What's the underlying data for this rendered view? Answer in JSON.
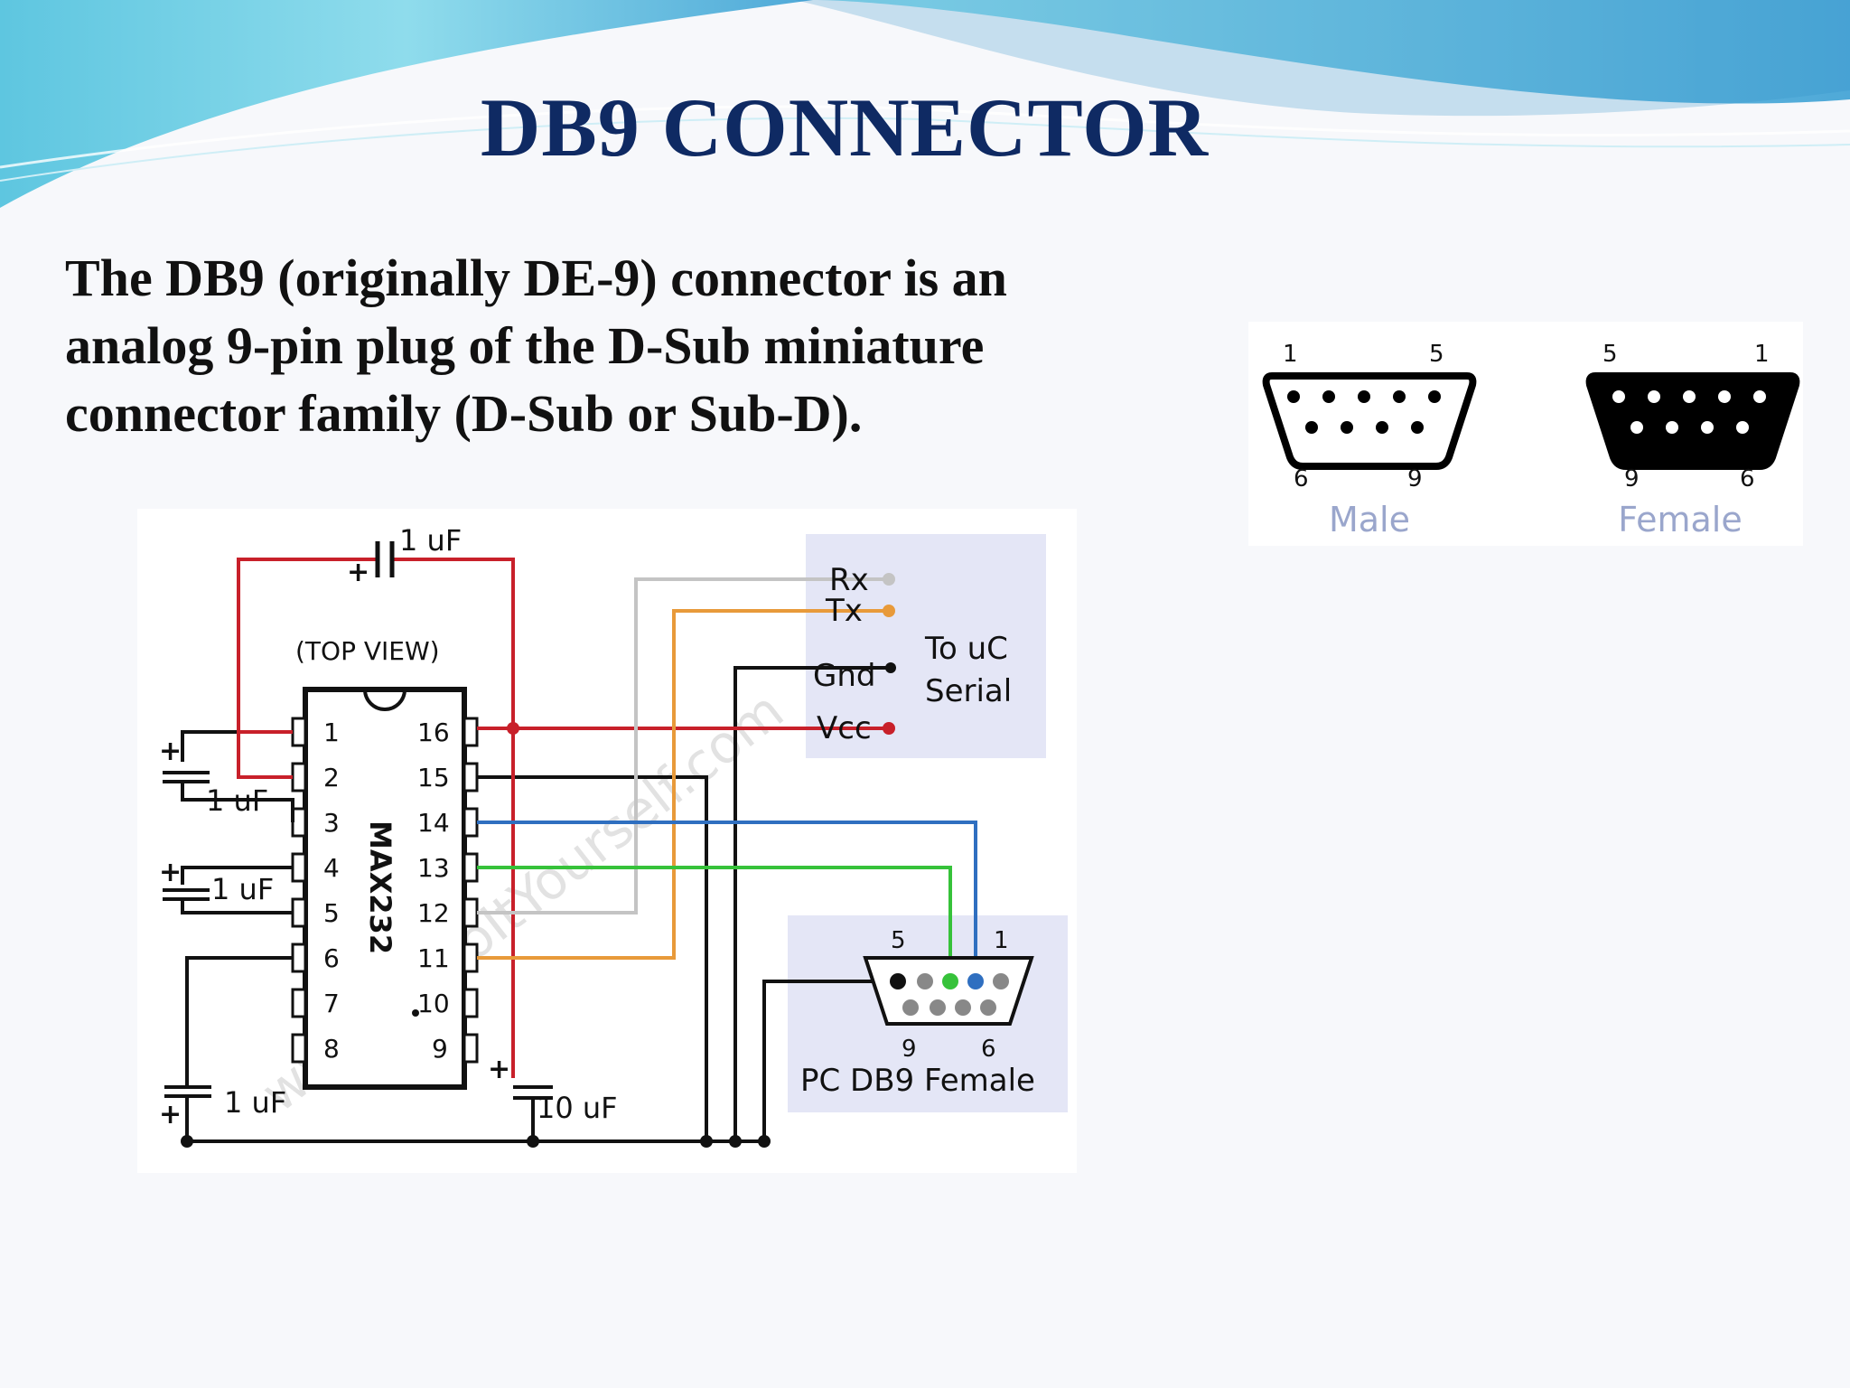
{
  "slide": {
    "title": "DB9 CONNECTOR",
    "body_lines": [
      "The DB9 (originally DE-9) connector is an",
      "analog 9-pin plug of the D-Sub miniature",
      "connector family (D-Sub or Sub-D)."
    ]
  },
  "connectors": {
    "male": {
      "label": "Male",
      "pin_top_left": "1",
      "pin_top_right": "5",
      "pin_bottom_left": "6",
      "pin_bottom_right": "9"
    },
    "female": {
      "label": "Female",
      "pin_top_left": "5",
      "pin_top_right": "1",
      "pin_bottom_left": "9",
      "pin_bottom_right": "6"
    }
  },
  "schematic": {
    "top_cap": "1 uF",
    "top_view": "(TOP VIEW)",
    "chip": "MAX232",
    "left_pins": [
      "1",
      "2",
      "3",
      "4",
      "5",
      "6",
      "7",
      "8"
    ],
    "right_pins": [
      "16",
      "15",
      "14",
      "13",
      "12",
      "11",
      "10",
      "9"
    ],
    "cap_1": "1 uF",
    "cap_2": "1 uF",
    "cap_3": "1 uF",
    "cap_4": "10 uF",
    "plus": "+",
    "uc_box": {
      "rx": "Rx",
      "tx": "Tx",
      "gnd": "Gnd",
      "vcc": "Vcc",
      "title_1": "To uC",
      "title_2": "Serial"
    },
    "pc_box": {
      "label": "PC DB9 Female",
      "pin_5": "5",
      "pin_1": "1",
      "pin_9": "9",
      "pin_6": "6"
    },
    "watermark": "www.SeDoItYourself.com"
  },
  "colors": {
    "title": "#0f2a63",
    "wire_red": "#c8202a",
    "wire_orange": "#e89a3a",
    "wire_green": "#36c23a",
    "wire_blue": "#2f6fc0",
    "wire_gray": "#c4c4c4",
    "connector_label": "#9aa6cc",
    "box_bg": "#e4e6f6"
  }
}
